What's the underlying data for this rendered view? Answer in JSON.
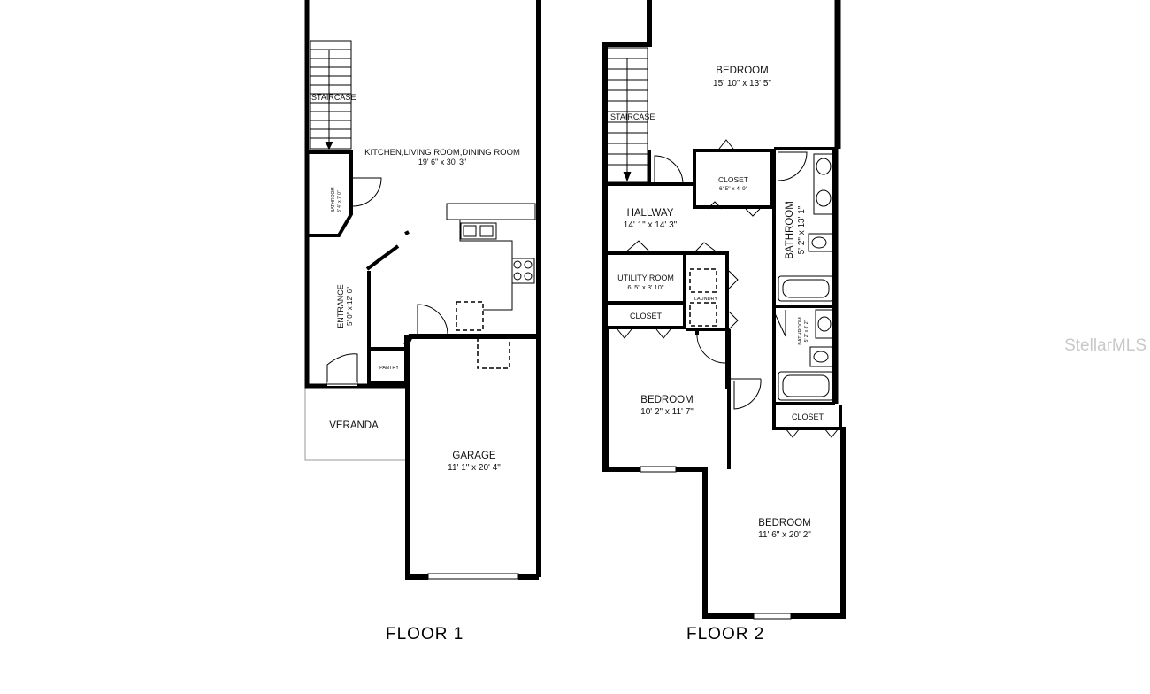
{
  "floor1": {
    "label": "FLOOR 1",
    "rooms": {
      "staircase": {
        "name": "STAIRCASE"
      },
      "kitchen": {
        "name": "KITCHEN,LIVING ROOM,DINING ROOM",
        "dims": "19' 6\" x 30' 3\""
      },
      "bathroom": {
        "name": "BATHROOM",
        "dims": "3' 4\" x 7' 0\""
      },
      "entrance": {
        "name": "ENTRANCE",
        "dims": "5' 0\" x 12' 6\""
      },
      "pantry": {
        "name": "PANTRY"
      },
      "veranda": {
        "name": "VERANDA"
      },
      "garage": {
        "name": "GARAGE",
        "dims": "11' 1\" x 20' 4\""
      }
    }
  },
  "floor2": {
    "label": "FLOOR 2",
    "rooms": {
      "bedroom_top": {
        "name": "BEDROOM",
        "dims": "15' 10\" x 13' 5\""
      },
      "staircase": {
        "name": "STAIRCASE"
      },
      "closet_top": {
        "name": "CLOSET",
        "dims": "6' 5\" x 4' 9\""
      },
      "hallway": {
        "name": "HALLWAY",
        "dims": "14' 1\" x 14' 3\""
      },
      "bathroom_large": {
        "name": "BATHROOM",
        "dims": "5' 2\" x 13' 1\""
      },
      "utility": {
        "name": "UTILITY ROOM",
        "dims": "6' 5\" x 3' 10\""
      },
      "laundry": {
        "name": "LAUNDRY"
      },
      "closet_left": {
        "name": "CLOSET"
      },
      "bathroom_small": {
        "name": "BATHROOM",
        "dims": "5' 2\" x 8' 2\""
      },
      "bedroom_mid": {
        "name": "BEDROOM",
        "dims": "10' 2\" x 11' 7\""
      },
      "closet_right": {
        "name": "CLOSET"
      },
      "bedroom_bottom": {
        "name": "BEDROOM",
        "dims": "11' 6\" x 20' 2\""
      }
    }
  },
  "watermark": "StellarMLS"
}
